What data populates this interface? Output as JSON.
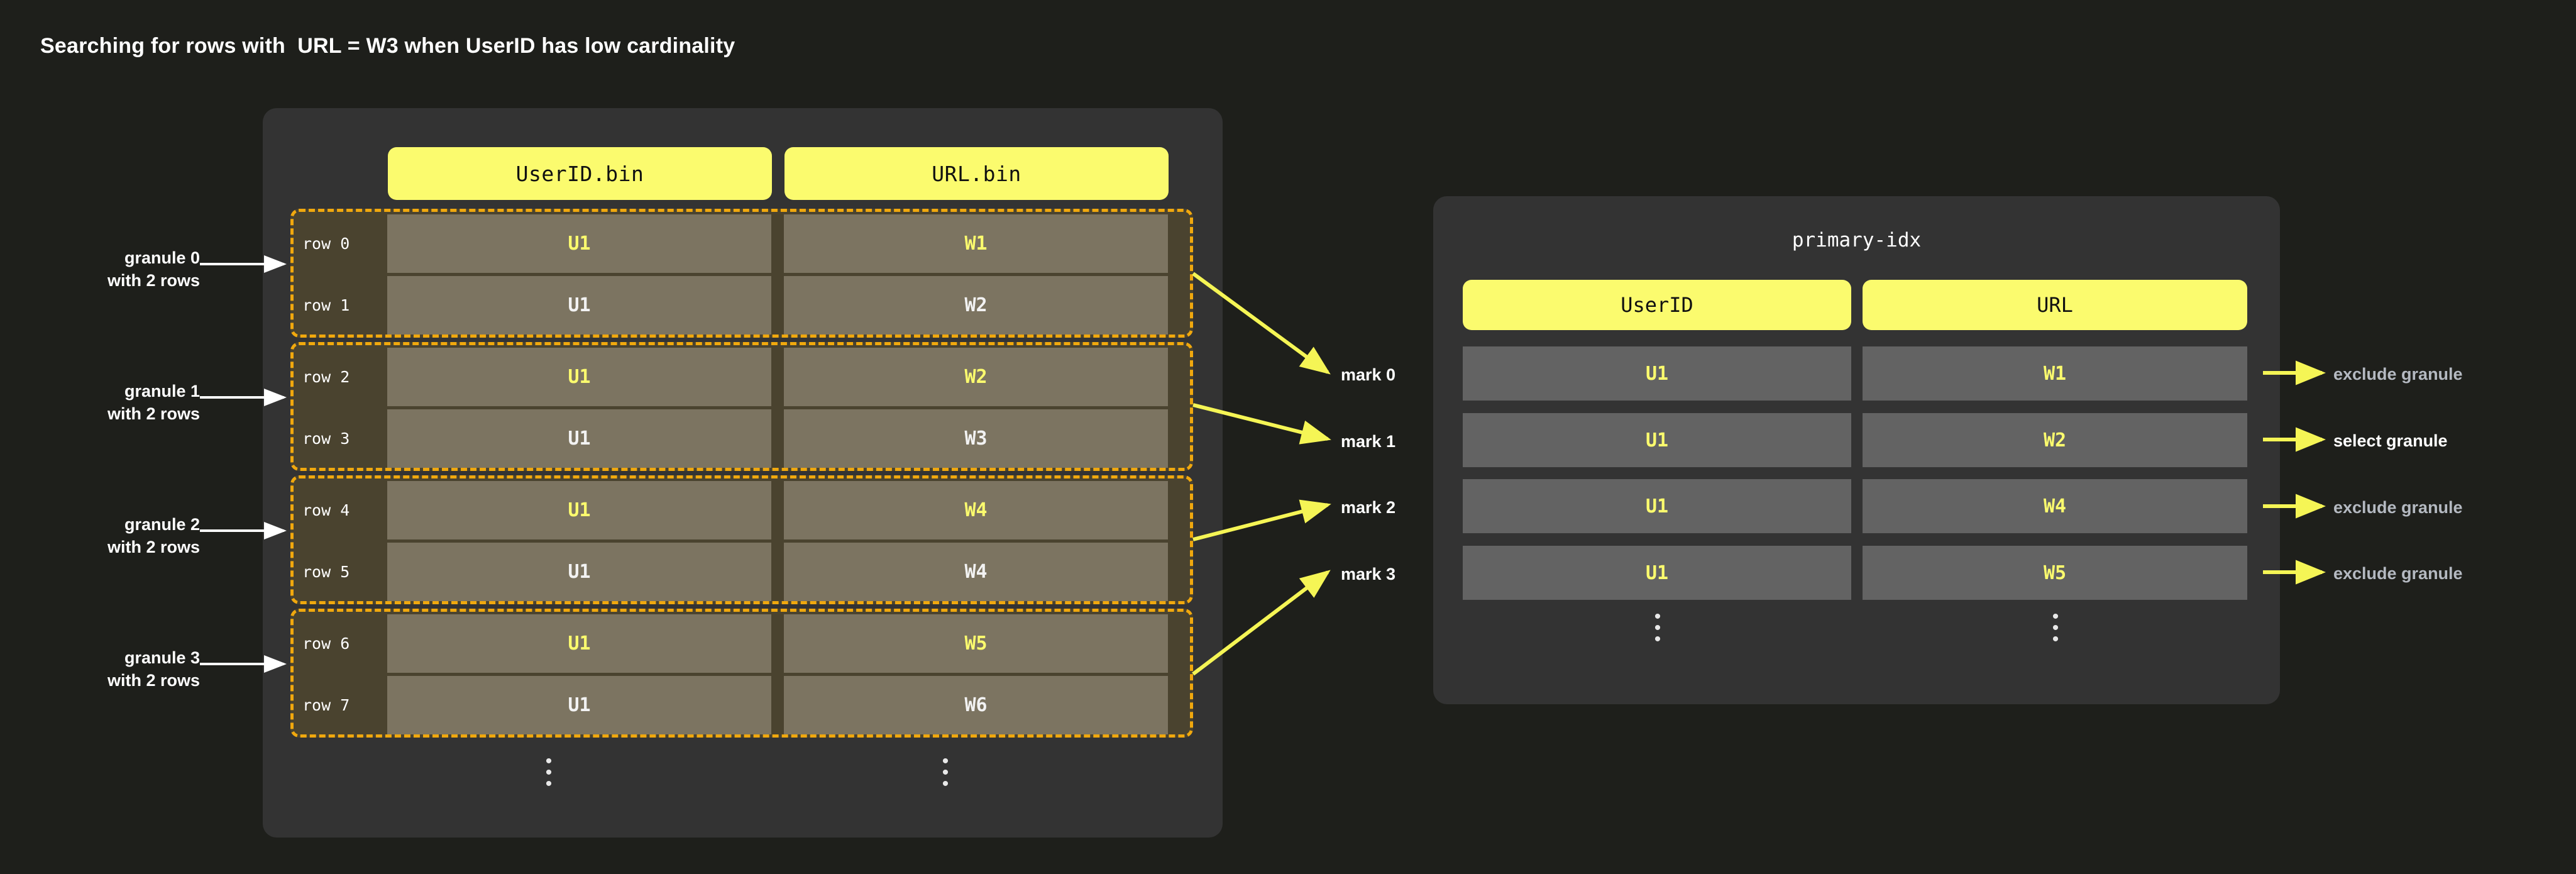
{
  "title": "Searching for rows with  URL = W3 when UserID has low cardinality",
  "theme": {
    "background": "#1e1f1b",
    "panel": "#333333",
    "accent_yellow": "#fbfb6e",
    "granule_border": "#f0a80e",
    "granule_fill": "#4a432f",
    "data_cell": "#7c7461",
    "index_cell": "#636363",
    "arrow": "#f5f555",
    "text_white": "#ffffff",
    "text_muted": "#b4b9c1"
  },
  "data_panel": {
    "columns": [
      {
        "label": "UserID.bin"
      },
      {
        "label": "URL.bin"
      }
    ],
    "ellipsis": "⋮",
    "granules": [
      {
        "note": "granule 0\nwith 2 rows",
        "rows": [
          {
            "label": "row 0",
            "userid": "U1",
            "url": "W1",
            "highlight": true
          },
          {
            "label": "row 1",
            "userid": "U1",
            "url": "W2",
            "highlight": false
          }
        ]
      },
      {
        "note": "granule 1\nwith 2 rows",
        "rows": [
          {
            "label": "row 2",
            "userid": "U1",
            "url": "W2",
            "highlight": true
          },
          {
            "label": "row 3",
            "userid": "U1",
            "url": "W3",
            "highlight": false
          }
        ]
      },
      {
        "note": "granule 2\nwith 2 rows",
        "rows": [
          {
            "label": "row 4",
            "userid": "U1",
            "url": "W4",
            "highlight": true
          },
          {
            "label": "row 5",
            "userid": "U1",
            "url": "W4",
            "highlight": false
          }
        ]
      },
      {
        "note": "granule 3\nwith 2 rows",
        "rows": [
          {
            "label": "row 6",
            "userid": "U1",
            "url": "W5",
            "highlight": true
          },
          {
            "label": "row 7",
            "userid": "U1",
            "url": "W6",
            "highlight": false
          }
        ]
      }
    ]
  },
  "marks": [
    {
      "label": "mark 0"
    },
    {
      "label": "mark 1"
    },
    {
      "label": "mark 2"
    },
    {
      "label": "mark 3"
    }
  ],
  "index_panel": {
    "title": "primary-idx",
    "columns": [
      {
        "label": "UserID"
      },
      {
        "label": "URL"
      }
    ],
    "ellipsis": "⋮",
    "rows": [
      {
        "userid": "U1",
        "url": "W1",
        "verdict": "exclude granule",
        "selected": false
      },
      {
        "userid": "U1",
        "url": "W2",
        "verdict": "select granule",
        "selected": true
      },
      {
        "userid": "U1",
        "url": "W4",
        "verdict": "exclude granule",
        "selected": false
      },
      {
        "userid": "U1",
        "url": "W5",
        "verdict": "exclude granule",
        "selected": false
      }
    ]
  }
}
